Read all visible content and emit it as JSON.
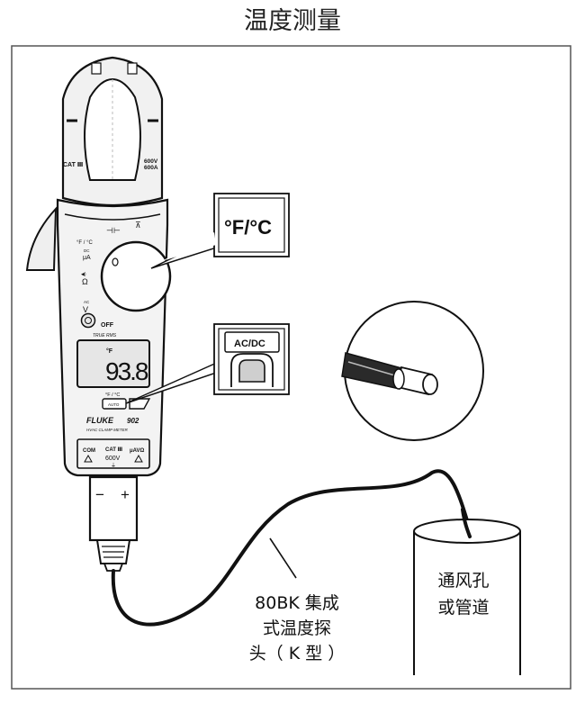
{
  "title": "温度测量",
  "meter": {
    "brand": "FLUKE",
    "model": "902",
    "subtitle": "HVAC CLAMP METER",
    "cat_label": "CAT Ⅲ",
    "rating_v": "600V",
    "rating_a": "600A",
    "dial_labels": {
      "temp": "°F / °C",
      "ua": "μA",
      "ua_dc": "DC",
      "ohm": "Ω",
      "volt": "V",
      "volt_ac": "AC",
      "off": "OFF"
    },
    "display": {
      "true_rms": "TRUE RMS",
      "unit": "°F",
      "reading": "93.8"
    },
    "buttons": {
      "auto": "AUTO",
      "temp_small": "°F / °C"
    },
    "terminals": {
      "com": "COM",
      "cat": "CAT Ⅲ",
      "voltage": "600V",
      "uav": "μAVΩ"
    },
    "plug": {
      "minus": "−",
      "plus": "+"
    }
  },
  "callouts": {
    "temp_switch": "°F/°C",
    "acdc_button": "AC/DC"
  },
  "probe_label_lines": [
    "80BK 集成",
    "式温度探",
    "头（ K 型 ）"
  ],
  "duct_label_lines": [
    "通风孔",
    "或管道"
  ]
}
